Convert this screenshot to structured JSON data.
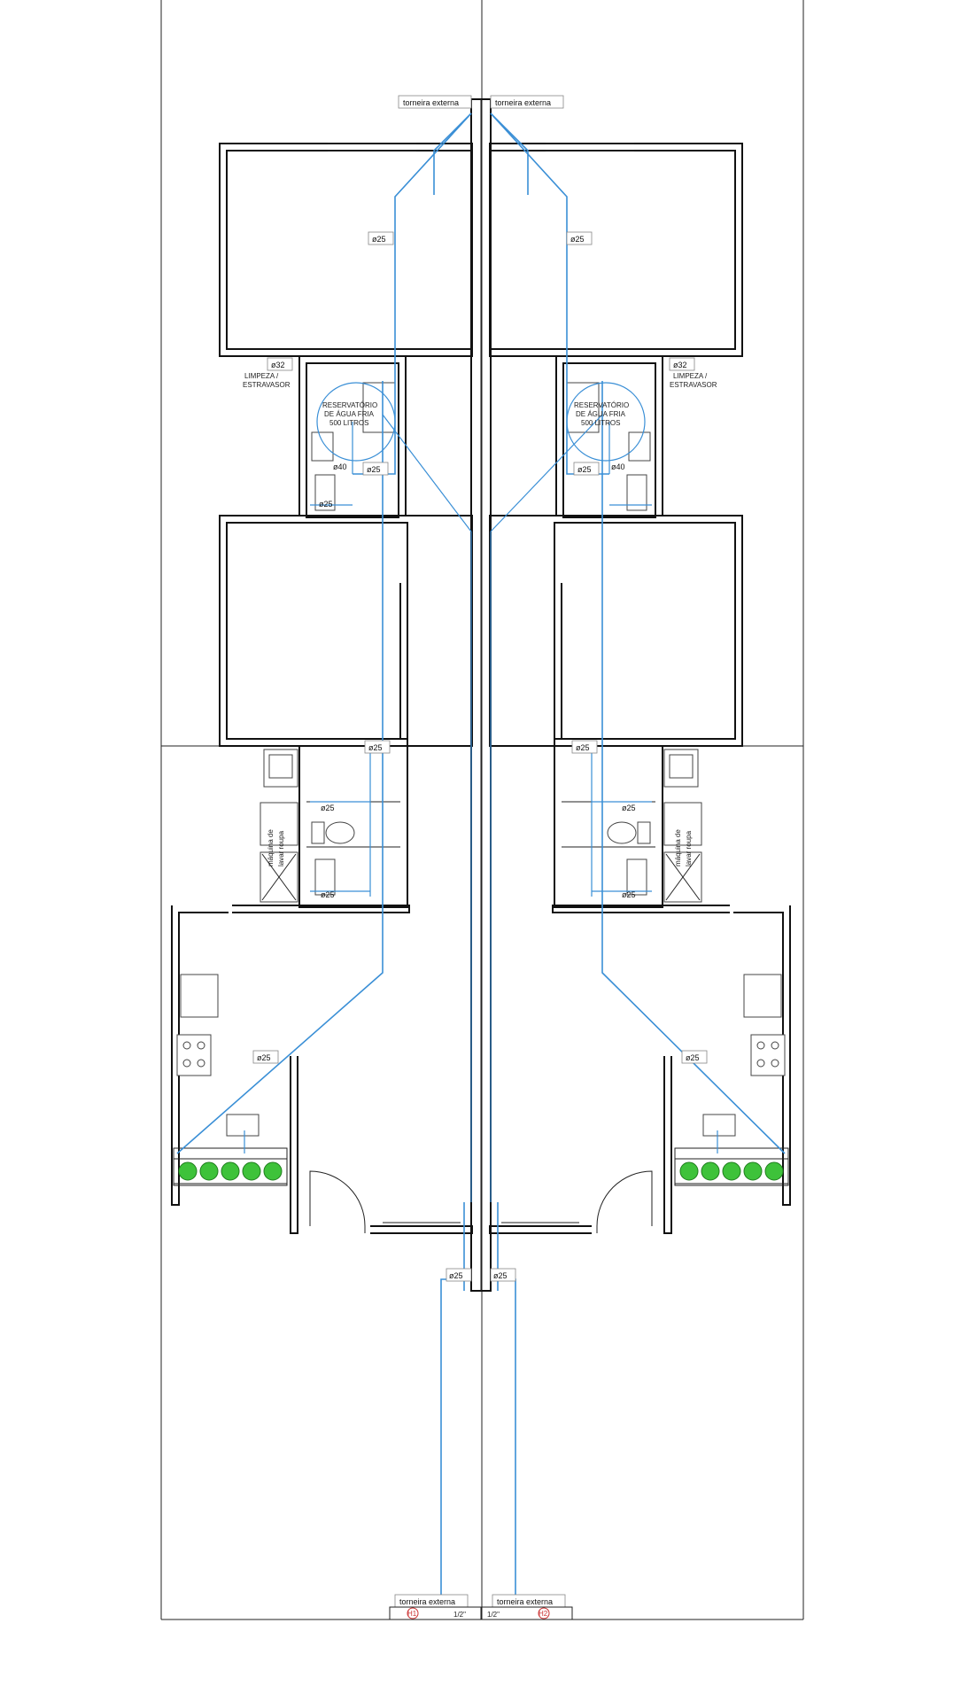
{
  "labels": {
    "tap_left_top": "torneira externa",
    "tap_right_top": "torneira externa",
    "tap_left_bottom": "torneira externa",
    "tap_right_bottom": "torneira externa",
    "pipe_d25": "ø25",
    "pipe_d32": "ø32",
    "pipe_d40": "ø40",
    "overflow_l1": "LIMPEZA /",
    "overflow_l2": "ESTRAVASOR",
    "tank_l1": "RESERVATÓRIO",
    "tank_l2": "DE ÁGUA FRIA",
    "tank_l3": "500 LITROS",
    "meter_1": "H1",
    "meter_2": "H2",
    "meter_unit_1": "1/2\"",
    "meter_unit_2": "1/2\"",
    "laundry_l1": "máquina de",
    "laundry_l2": "lavar roupa"
  },
  "colors": {
    "pipe": "#3a8fd6",
    "wall": "#111111",
    "plant": "#3ec23a",
    "meter": "#cc3333"
  }
}
